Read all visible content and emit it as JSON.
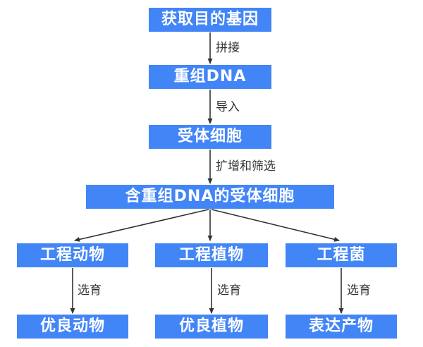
{
  "diagram": {
    "type": "flowchart",
    "colors": {
      "node_fill": "#4285f7",
      "node_text": "#ffffff",
      "arrow": "#333333",
      "edge_label_text": "#333333",
      "background": "#ffffff"
    },
    "nodes": {
      "obtain_gene": {
        "label": "获取目的基因"
      },
      "recombinant_dna": {
        "label": "重组DNA"
      },
      "receptor_cell": {
        "label": "受体细胞"
      },
      "cell_with_dna": {
        "label": "含重组DNA的受体细胞"
      },
      "engineered_animal": {
        "label": "工程动物"
      },
      "engineered_plant": {
        "label": "工程植物"
      },
      "engineered_bacteria": {
        "label": "工程菌"
      },
      "superior_animal": {
        "label": "优良动物"
      },
      "superior_plant": {
        "label": "优良植物"
      },
      "expression_product": {
        "label": "表达产物"
      }
    },
    "edges": {
      "splice": {
        "label": "拼接"
      },
      "introduce": {
        "label": "导入"
      },
      "amplify_and_screen": {
        "label": "扩增和筛选"
      },
      "breed_animal": {
        "label": "选育"
      },
      "breed_plant": {
        "label": "选育"
      },
      "breed_bacteria": {
        "label": "选育"
      }
    }
  }
}
